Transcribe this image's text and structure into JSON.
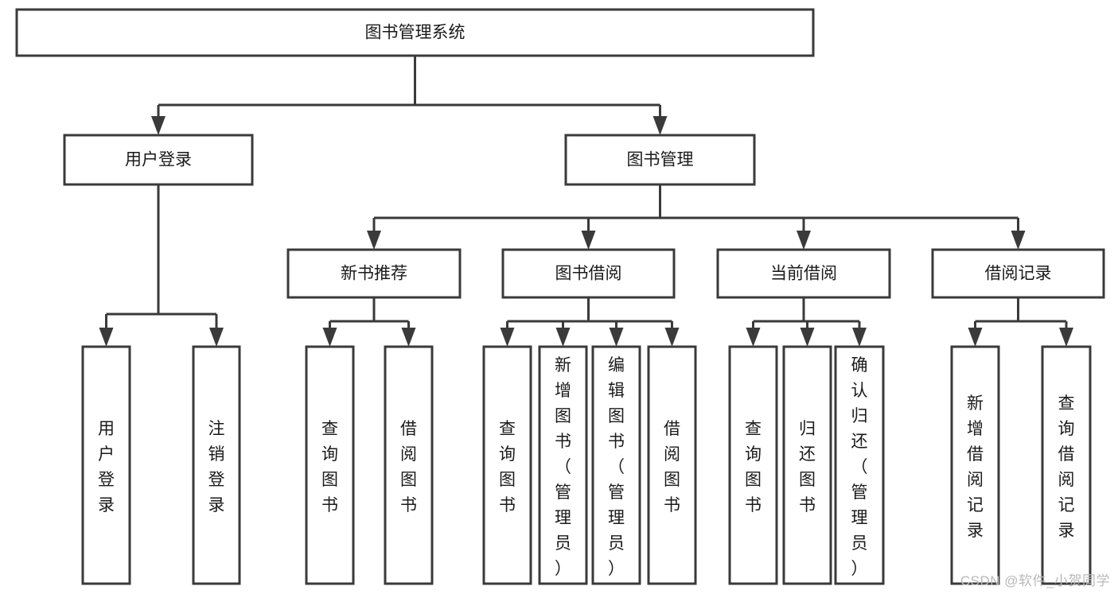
{
  "diagram": {
    "type": "tree",
    "title": "图书管理系统",
    "watermark": "CSDN @软件_小贺同学",
    "colors": {
      "stroke": "#3a3a3a",
      "fill": "#ffffff",
      "text": "#1a1a1a",
      "watermark": "#b9b9b9",
      "background": "#ffffff"
    },
    "root": {
      "id": "root",
      "label": "图书管理系统"
    },
    "level2": [
      {
        "id": "user-login",
        "label": "用户登录"
      },
      {
        "id": "book-manage",
        "label": "图书管理"
      }
    ],
    "level3": [
      {
        "id": "new-book-rec",
        "label": "新书推荐",
        "parent": "book-manage"
      },
      {
        "id": "book-borrow",
        "label": "图书借阅",
        "parent": "book-manage"
      },
      {
        "id": "current-borrow",
        "label": "当前借阅",
        "parent": "book-manage"
      },
      {
        "id": "borrow-record",
        "label": "借阅记录",
        "parent": "book-manage"
      }
    ],
    "leaves": [
      {
        "id": "leaf-user-login",
        "label": "用户登录",
        "parent": "user-login"
      },
      {
        "id": "leaf-logout",
        "label": "注销登录",
        "parent": "user-login"
      },
      {
        "id": "leaf-query-book-1",
        "label": "查询图书",
        "parent": "new-book-rec"
      },
      {
        "id": "leaf-borrow-book-1",
        "label": "借阅图书",
        "parent": "new-book-rec"
      },
      {
        "id": "leaf-query-book-2",
        "label": "查询图书",
        "parent": "book-borrow"
      },
      {
        "id": "leaf-add-book",
        "label": "新增图书（管理员）",
        "parent": "book-borrow"
      },
      {
        "id": "leaf-edit-book",
        "label": "编辑图书（管理员）",
        "parent": "book-borrow"
      },
      {
        "id": "leaf-borrow-book-2",
        "label": "借阅图书",
        "parent": "book-borrow"
      },
      {
        "id": "leaf-query-book-3",
        "label": "查询图书",
        "parent": "current-borrow"
      },
      {
        "id": "leaf-return-book",
        "label": "归还图书",
        "parent": "current-borrow"
      },
      {
        "id": "leaf-confirm-return",
        "label": "确认归还（管理员）",
        "parent": "current-borrow"
      },
      {
        "id": "leaf-add-record",
        "label": "新增借阅记录",
        "parent": "borrow-record"
      },
      {
        "id": "leaf-query-record",
        "label": "查询借阅记录",
        "parent": "borrow-record"
      }
    ]
  }
}
